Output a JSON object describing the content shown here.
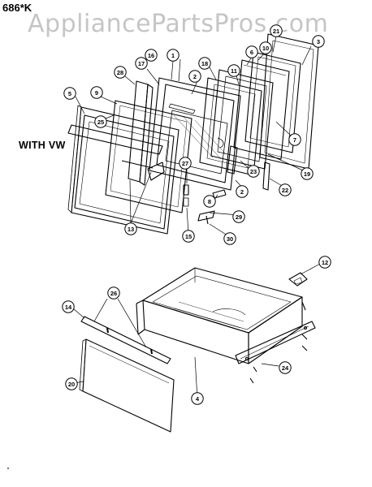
{
  "header": {
    "model_code": "686*K",
    "watermark": "AppliancePartsPros.com"
  },
  "diagram": {
    "door_variant_label": "WITH VW",
    "callouts": [
      {
        "id": "c21",
        "label": "21"
      },
      {
        "id": "c3",
        "label": "3"
      },
      {
        "id": "c10",
        "label": "10"
      },
      {
        "id": "c6",
        "label": "6"
      },
      {
        "id": "c16",
        "label": "16"
      },
      {
        "id": "c1",
        "label": "1"
      },
      {
        "id": "c17",
        "label": "17"
      },
      {
        "id": "c2a",
        "label": "2"
      },
      {
        "id": "c18",
        "label": "18"
      },
      {
        "id": "c11",
        "label": "11"
      },
      {
        "id": "c28",
        "label": "28"
      },
      {
        "id": "c5",
        "label": "5"
      },
      {
        "id": "c9",
        "label": "9"
      },
      {
        "id": "c25",
        "label": "25"
      },
      {
        "id": "c7",
        "label": "7"
      },
      {
        "id": "c19",
        "label": "19"
      },
      {
        "id": "c23",
        "label": "23"
      },
      {
        "id": "c22",
        "label": "22"
      },
      {
        "id": "c27",
        "label": "27"
      },
      {
        "id": "c2b",
        "label": "2"
      },
      {
        "id": "c8",
        "label": "8"
      },
      {
        "id": "c29",
        "label": "29"
      },
      {
        "id": "c13",
        "label": "13"
      },
      {
        "id": "c15",
        "label": "15"
      },
      {
        "id": "c30",
        "label": "30"
      },
      {
        "id": "c12",
        "label": "12"
      },
      {
        "id": "c26",
        "label": "26"
      },
      {
        "id": "c14",
        "label": "14"
      },
      {
        "id": "c24",
        "label": "24"
      },
      {
        "id": "c20",
        "label": "20"
      },
      {
        "id": "c4",
        "label": "4"
      }
    ]
  }
}
